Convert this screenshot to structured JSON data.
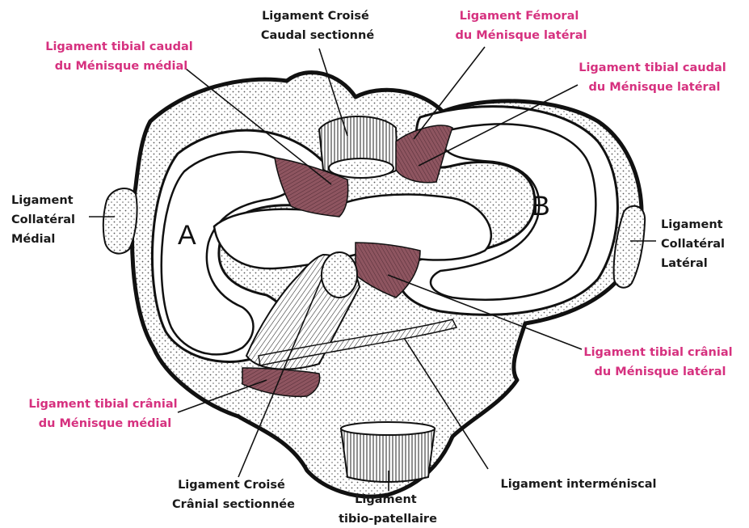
{
  "colors": {
    "outline": "#111111",
    "paper": "#ffffff",
    "dots": "#444444",
    "ligament_pink": "#8e5560",
    "label_dark": "#1a1a1a",
    "label_pink": "#d6317f"
  },
  "condyles": {
    "medial": "A",
    "lateral": "B"
  },
  "labels": {
    "caudal_cruciate": [
      "Ligament Croisé",
      "Caudal sectionné"
    ],
    "femoral_lateral_meniscus": [
      "Ligament Fémoral",
      "du Ménisque latéral"
    ],
    "caudal_tibial_medial_meniscus": [
      "Ligament tibial caudal",
      "du Ménisque médial"
    ],
    "caudal_tibial_lateral_meniscus": [
      "Ligament tibial caudal",
      "du Ménisque latéral"
    ],
    "medial_collateral": [
      "Ligament",
      "Collatéral",
      "Médial"
    ],
    "lateral_collateral": [
      "Ligament",
      "Collatéral",
      "Latéral"
    ],
    "cranial_tibial_lateral_meniscus": [
      "Ligament tibial crânial",
      "du Ménisque latéral"
    ],
    "cranial_tibial_medial_meniscus": [
      "Ligament tibial crânial",
      "du Ménisque médial"
    ],
    "cranial_cruciate": [
      "Ligament Croisé",
      "Crânial sectionnée"
    ],
    "patellar": [
      "Ligament",
      "tibio-patellaire"
    ],
    "intermeniscal": [
      "Ligament interméniscal"
    ]
  }
}
